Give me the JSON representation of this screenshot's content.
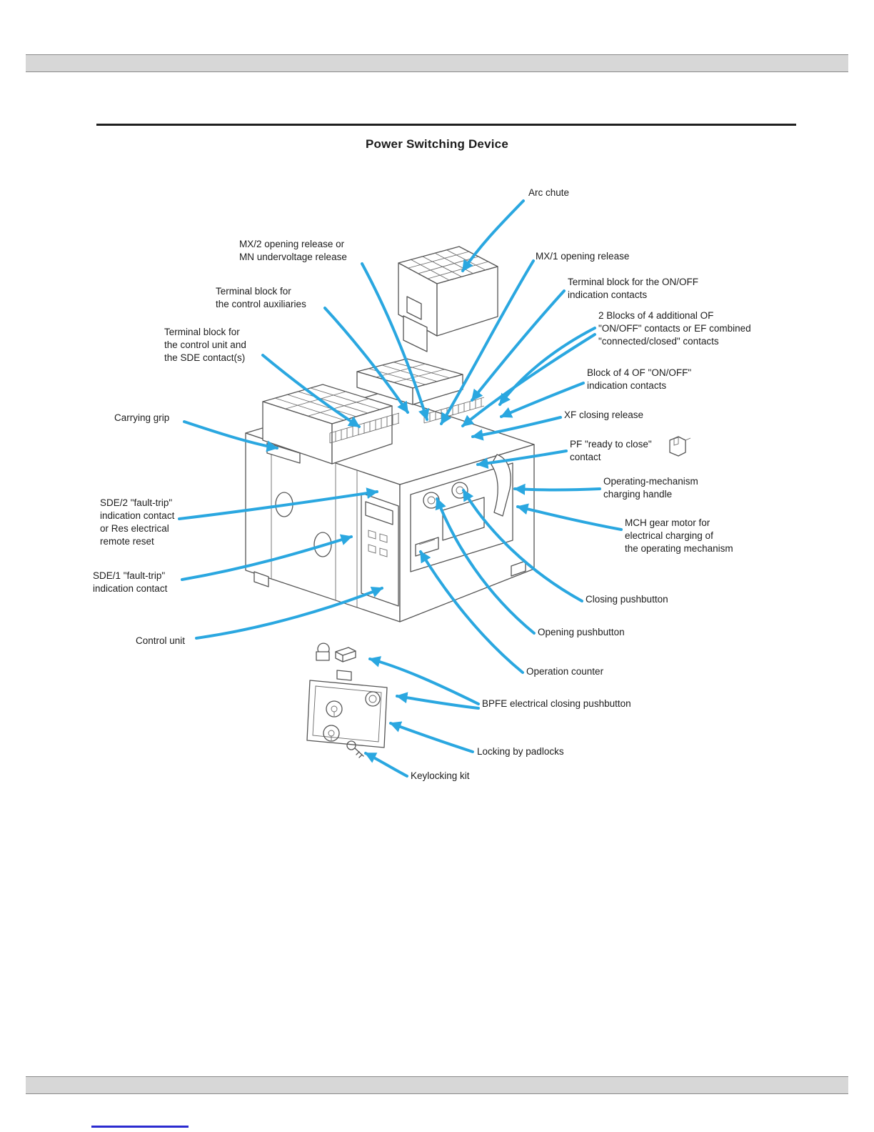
{
  "page": {
    "title": "Power Switching Device"
  },
  "colors": {
    "arrow": "#2aa7e0",
    "line_art": "#555555",
    "band_fill": "#d7d7d7",
    "footer_link": "#2b2bd0"
  },
  "labels": [
    {
      "id": "arc-chute",
      "text": "Arc chute"
    },
    {
      "id": "mx2-opening-release",
      "text": "MX/2 opening release or\nMN undervoltage release"
    },
    {
      "id": "terminal-block-aux",
      "text": "Terminal block for\nthe control auxiliaries"
    },
    {
      "id": "terminal-block-control-unit",
      "text": "Terminal block for\nthe control unit and\nthe SDE contact(s)"
    },
    {
      "id": "carrying-grip",
      "text": "Carrying grip"
    },
    {
      "id": "sde2-contact",
      "text": "SDE/2 \"fault-trip\"\nindication contact\nor Res electrical\nremote reset"
    },
    {
      "id": "sde1-contact",
      "text": "SDE/1 \"fault-trip\"\nindication contact"
    },
    {
      "id": "control-unit",
      "text": "Control unit"
    },
    {
      "id": "mx1-opening-release",
      "text": "MX/1 opening release"
    },
    {
      "id": "terminal-block-onoff",
      "text": "Terminal block for the ON/OFF\nindication contacts"
    },
    {
      "id": "two-blocks-contacts",
      "text": "2 Blocks of 4 additional OF\n\"ON/OFF\" contacts or EF combined\n\"connected/closed\" contacts"
    },
    {
      "id": "block-of-4-contacts",
      "text": "Block of 4 OF \"ON/OFF\"\nindication contacts"
    },
    {
      "id": "xf-closing-release",
      "text": "XF closing release"
    },
    {
      "id": "pf-ready-to-close",
      "text": "PF \"ready to close\"\ncontact"
    },
    {
      "id": "charging-handle",
      "text": "Operating-mechanism\ncharging handle"
    },
    {
      "id": "mch-gear-motor",
      "text": "MCH gear motor for\nelectrical charging of\nthe operating mechanism"
    },
    {
      "id": "closing-pushbutton",
      "text": "Closing pushbutton"
    },
    {
      "id": "opening-pushbutton",
      "text": "Opening pushbutton"
    },
    {
      "id": "operation-counter",
      "text": "Operation counter"
    },
    {
      "id": "bpfe-pushbutton",
      "text": "BPFE electrical closing pushbutton"
    },
    {
      "id": "locking-by-padlocks",
      "text": "Locking by padlocks"
    },
    {
      "id": "keylocking-kit",
      "text": "Keylocking kit"
    }
  ]
}
